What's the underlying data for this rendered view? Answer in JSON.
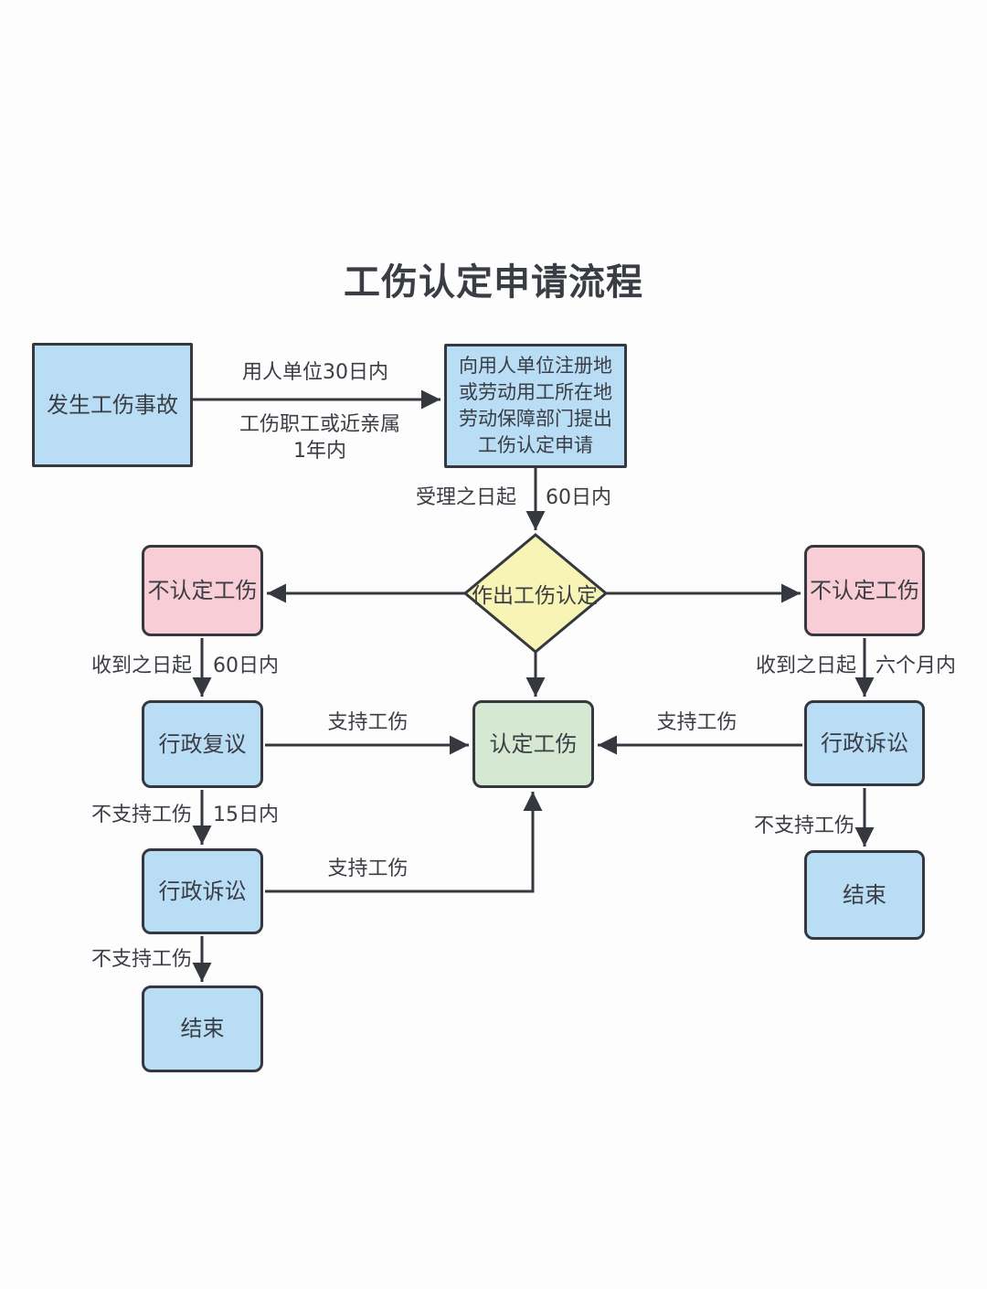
{
  "title": "工伤认定申请流程",
  "colors": {
    "background": "#fdfdfd",
    "line": "#35383f",
    "text": "#3a3d44",
    "node-blue": "#b9ddf5",
    "node-pink": "#f9cdd6",
    "node-yellow": "#f8f4b6",
    "node-green": "#d5e8d2"
  },
  "nodes": {
    "start": {
      "label": "发生工伤事故"
    },
    "apply": {
      "label": "向用人单位注册地\n或劳动用工所在地\n劳动保障部门提出\n工伤认定申请"
    },
    "decision": {
      "label": "作出工伤认定"
    },
    "not_recognized_left": {
      "label": "不认定工伤"
    },
    "not_recognized_right": {
      "label": "不认定工伤"
    },
    "recognized": {
      "label": "认定工伤"
    },
    "admin_review": {
      "label": "行政复议"
    },
    "admin_litigation_left": {
      "label": "行政诉讼"
    },
    "admin_litigation_right": {
      "label": "行政诉讼"
    },
    "end_left": {
      "label": "结束"
    },
    "end_right": {
      "label": "结束"
    }
  },
  "edges": {
    "start_to_apply": {
      "label_top": "用人单位30日内",
      "label_bottom": "工伤职工或近亲属\n1年内"
    },
    "apply_to_decision": {
      "label_left": "受理之日起",
      "label_right": "60日内"
    },
    "pink_left_down": {
      "label_left": "收到之日起",
      "label_right": "60日内"
    },
    "pink_right_down": {
      "label_left": "收到之日起",
      "label_right": "六个月内"
    },
    "review_to_recognized": {
      "label": "支持工伤"
    },
    "litigation_right_to_recognized": {
      "label": "支持工伤"
    },
    "review_down": {
      "label_left": "不支持工伤",
      "label_right": "15日内"
    },
    "litigation_left_to_recognized": {
      "label": "支持工伤"
    },
    "litigation_left_down": {
      "label": "不支持工伤"
    },
    "litigation_right_down": {
      "label": "不支持工伤"
    }
  }
}
